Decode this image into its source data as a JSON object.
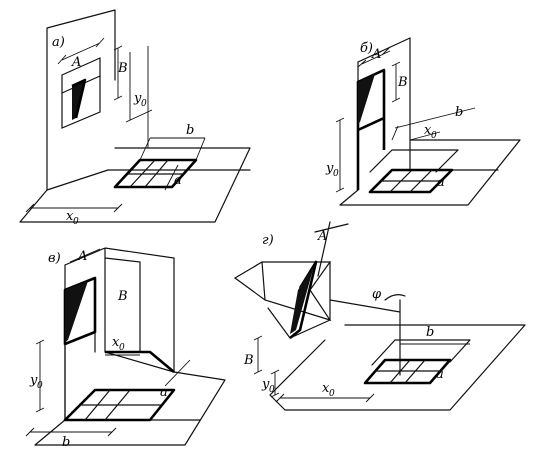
{
  "panels": {
    "a": {
      "label": "а)",
      "A": "A",
      "B": "B",
      "y": "y",
      "y_sub": "0",
      "x": "x",
      "x_sub": "0",
      "b": "b",
      "a": "a"
    },
    "b": {
      "label": "б)",
      "A": "A",
      "B": "B",
      "y": "y",
      "y_sub": "0",
      "x": "x",
      "x_sub": "0",
      "b": "b",
      "a": "a"
    },
    "c": {
      "label": "в)",
      "A": "A",
      "B": "B",
      "y": "y",
      "y_sub": "0",
      "x": "x",
      "x_sub": "0",
      "b": "b",
      "a": "a"
    },
    "d": {
      "label": "г)",
      "A": "A",
      "B": "B",
      "y": "y",
      "y_sub": "0",
      "x": "x",
      "x_sub": "0",
      "b": "b",
      "a": "a",
      "phi": "φ"
    }
  }
}
